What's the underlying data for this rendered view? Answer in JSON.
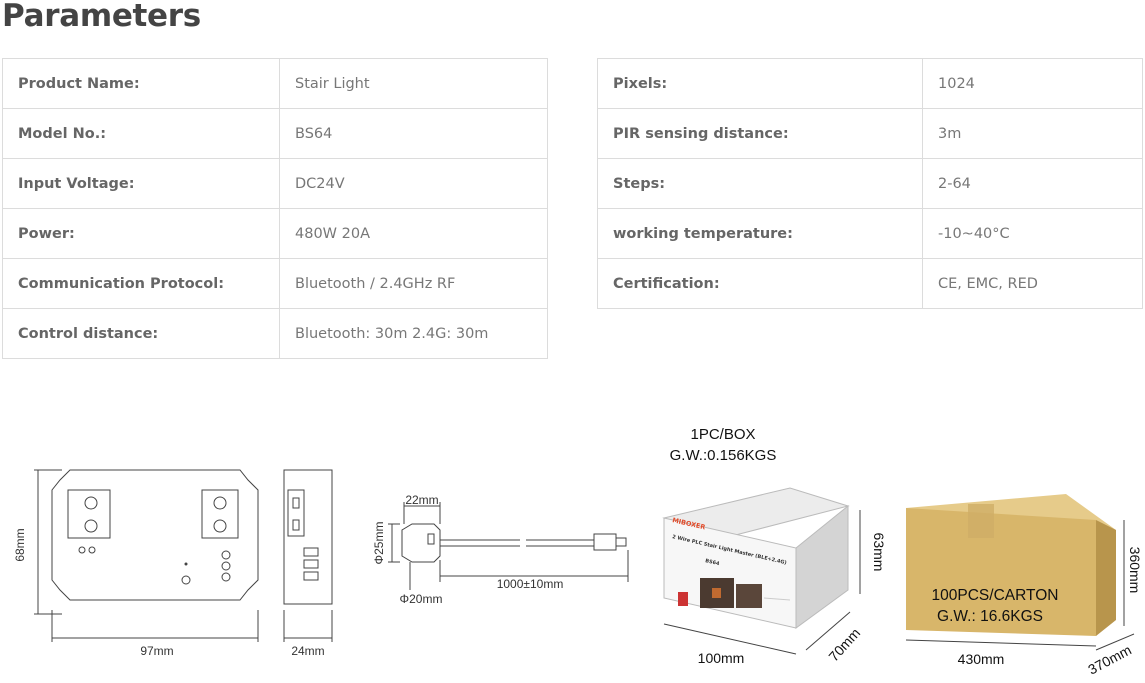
{
  "page": {
    "title": "Parameters"
  },
  "spec_left": [
    {
      "label": "Product Name:",
      "value": "Stair Light"
    },
    {
      "label": "Model No.:",
      "value": "BS64"
    },
    {
      "label": "Input Voltage:",
      "value": "DC24V"
    },
    {
      "label": "Power:",
      "value": "480W 20A"
    },
    {
      "label": "Communication Protocol:",
      "value": "Bluetooth / 2.4GHz RF"
    },
    {
      "label": "Control distance:",
      "value": "Bluetooth: 30m  2.4G: 30m"
    }
  ],
  "spec_right": [
    {
      "label": "Pixels:",
      "value": "1024"
    },
    {
      "label": "PIR sensing distance:",
      "value": "3m"
    },
    {
      "label": "Steps:",
      "value": "2-64"
    },
    {
      "label": "working temperature:",
      "value": "-10~40°C"
    },
    {
      "label": "Certification:",
      "value": "CE, EMC, RED"
    }
  ],
  "dimensions": {
    "controller_height": "68mm",
    "controller_width": "97mm",
    "controller_depth": "24mm",
    "sensor_length": "22mm",
    "sensor_head_dia": "Φ25mm",
    "sensor_base_dia": "Φ20mm",
    "cable_length": "1000±10mm"
  },
  "box": {
    "qty": "1PC/BOX",
    "gross_weight": "G.W.:0.156KGS",
    "height": "63mm",
    "length": "100mm",
    "width": "70mm",
    "brand": "MIBOXER",
    "product_line": "2 Wire PLC Stair Light Master (BLE+2.4G)",
    "model": "BS64"
  },
  "carton": {
    "qty": "100PCS/CARTON",
    "gross_weight": "G.W.: 16.6KGS",
    "height": "360mm",
    "length": "430mm",
    "width": "370mm"
  },
  "colors": {
    "carton": "#d8b66a",
    "carton_top": "#e6cb8a",
    "carton_side": "#b8954c"
  }
}
